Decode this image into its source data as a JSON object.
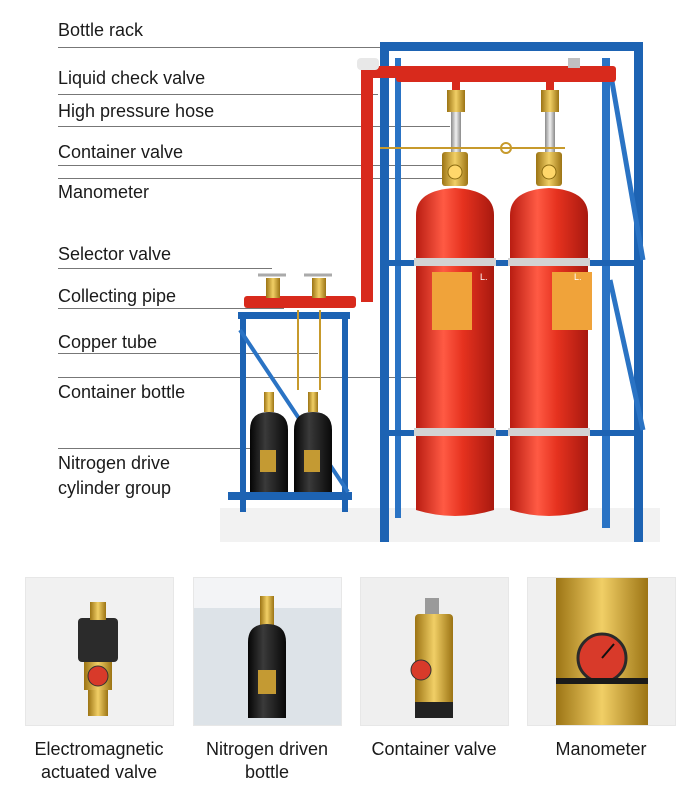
{
  "callouts": [
    {
      "name": "bottle-rack",
      "text": "Bottle rack"
    },
    {
      "name": "liquid-check-valve",
      "text": "Liquid check valve"
    },
    {
      "name": "high-pressure-hose",
      "text": "High pressure hose"
    },
    {
      "name": "container-valve",
      "text": "Container valve"
    },
    {
      "name": "manometer",
      "text": "Manometer"
    },
    {
      "name": "selector-valve",
      "text": "Selector valve"
    },
    {
      "name": "collecting-pipe",
      "text": "Collecting pipe"
    },
    {
      "name": "copper-tube",
      "text": "Copper tube"
    },
    {
      "name": "container-bottle",
      "text": "Container bottle"
    },
    {
      "name": "nitrogen-drive-cylinder-group",
      "text": "Nitrogen drive\ncylinder group"
    }
  ],
  "cylinder_lettering": [
    "L.",
    "L."
  ],
  "gallery": [
    {
      "name": "electromagnetic-actuated-valve",
      "caption": "Electromagnetic\nactuated valve"
    },
    {
      "name": "nitrogen-driven-bottle",
      "caption": "Nitrogen driven\nbottle"
    },
    {
      "name": "container-valve-closeup",
      "caption": "Container valve"
    },
    {
      "name": "manometer-closeup",
      "caption": "Manometer"
    }
  ],
  "colors": {
    "frame_blue": "#1d63b3",
    "cylinder_red": "#e6321f",
    "pipe_red": "#d82a1c",
    "brass": "#c79a2c",
    "nitrogen_black": "#151515",
    "text": "#1a1a1a"
  }
}
